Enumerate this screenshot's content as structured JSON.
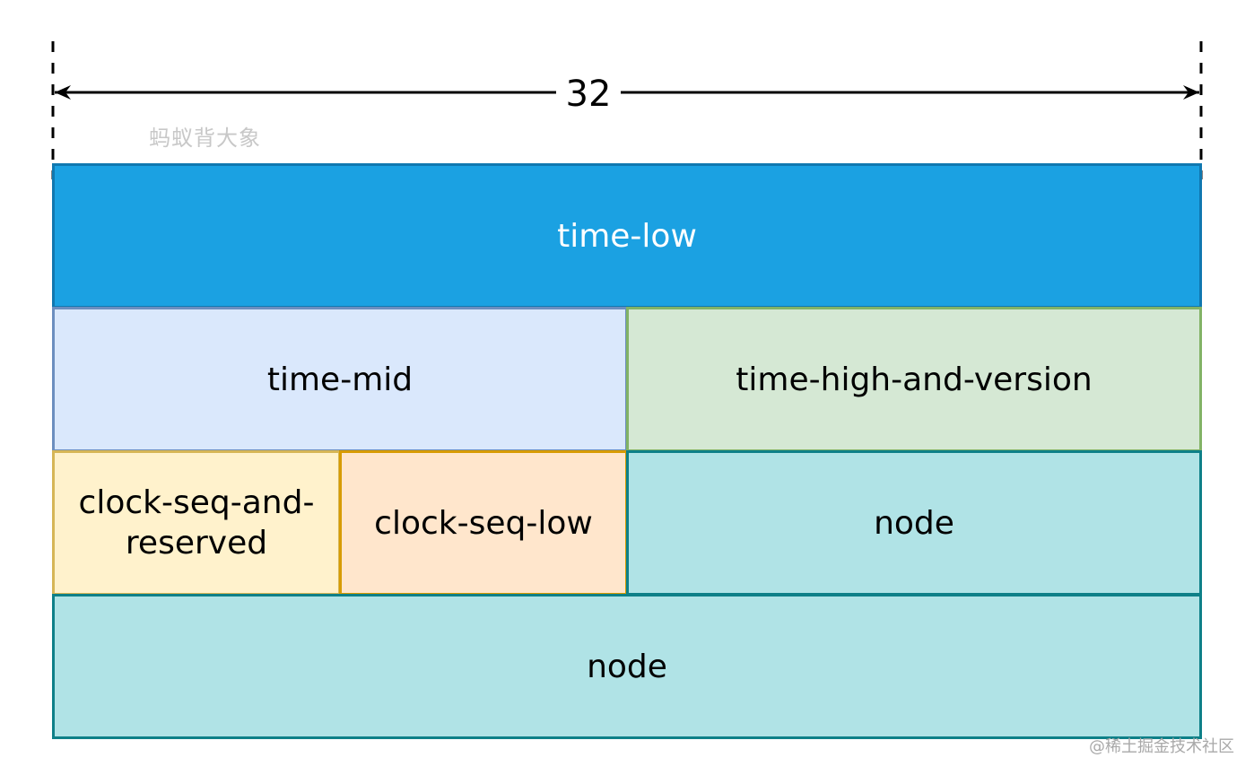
{
  "diagram": {
    "width_label": "32",
    "fields": {
      "time_low": "time-low",
      "time_mid": "time-mid",
      "time_high_and_version": "time-high-and-version",
      "clock_seq_and_reserved": "clock-seq-and-\nreserved",
      "clock_seq_low": "clock-seq-low",
      "node_row3": "node",
      "node_row4": "node"
    }
  },
  "watermarks": {
    "top": "蚂蚁背大象",
    "bottom": "@稀土掘金技术社区"
  },
  "colors": {
    "time_low_fill": "#1ba1e2",
    "time_mid_fill": "#dae8fc",
    "time_high_fill": "#d5e8d4",
    "clock_reserved_fill": "#fff2cc",
    "clock_low_fill": "#ffe6cc",
    "node_fill": "#b0e3e6"
  }
}
